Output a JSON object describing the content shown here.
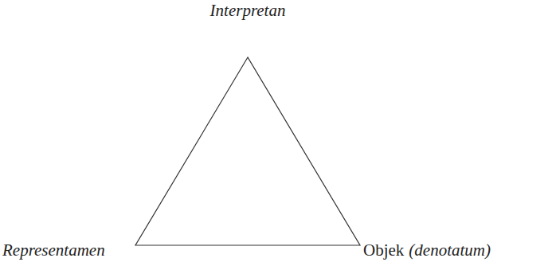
{
  "diagram": {
    "labels": [
      "Interpretan",
      "Representamen",
      "Objek",
      "(denotatum)"
    ]
  }
}
